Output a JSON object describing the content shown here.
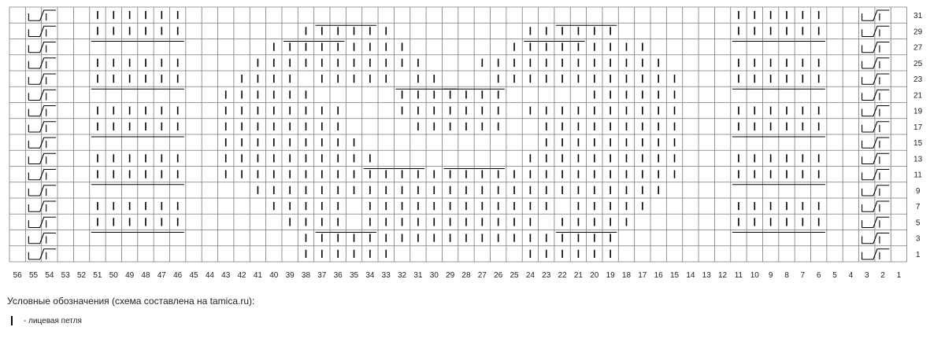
{
  "chart": {
    "columns": [
      "56",
      "55",
      "54",
      "53",
      "52",
      "51",
      "50",
      "49",
      "48",
      "47",
      "46",
      "45",
      "44",
      "43",
      "42",
      "41",
      "40",
      "39",
      "38",
      "37",
      "36",
      "35",
      "34",
      "33",
      "32",
      "31",
      "30",
      "29",
      "28",
      "27",
      "26",
      "25",
      "24",
      "23",
      "22",
      "21",
      "20",
      "19",
      "18",
      "17",
      "16",
      "15",
      "14",
      "13",
      "12",
      "11",
      "10",
      "9",
      "8",
      "7",
      "6",
      "5",
      "4",
      "3",
      "2",
      "1"
    ],
    "row_labels": [
      "31",
      "29",
      "27",
      "25",
      "23",
      "21",
      "19",
      "17",
      "15",
      "13",
      "11",
      "9",
      "7",
      "5",
      "3",
      "1"
    ],
    "rows": 16
  },
  "legend": {
    "title": "Условные обозначения (схема составлена на tamica.ru):",
    "items": [
      {
        "symbol": "knit-stitch",
        "label": "- лицевая петля"
      }
    ]
  }
}
